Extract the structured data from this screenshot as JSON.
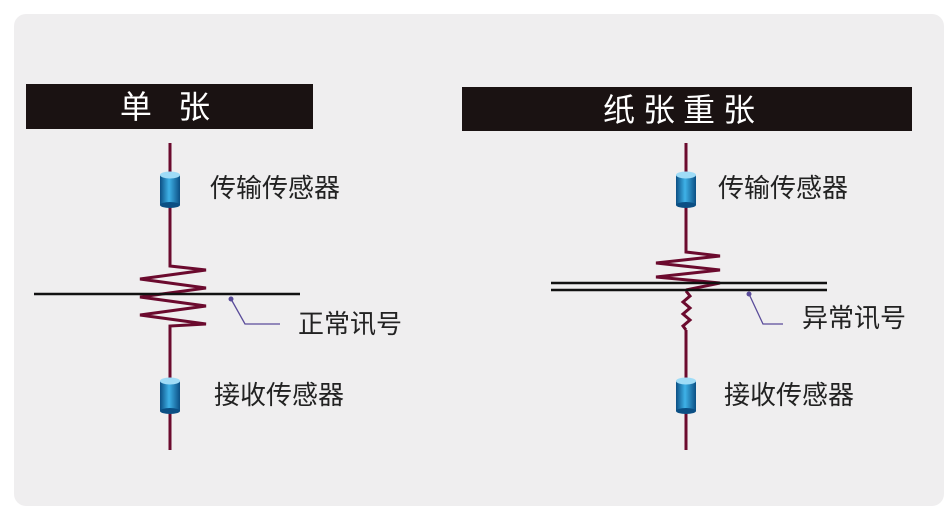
{
  "left": {
    "title": "单 张",
    "transmit_label": "传输传感器",
    "signal_label": "正常讯号",
    "receive_label": "接收传感器"
  },
  "right": {
    "title": "纸张重张",
    "transmit_label": "传输传感器",
    "signal_label": "异常讯号",
    "receive_label": "接收传感器"
  },
  "colors": {
    "wire": "#6b0a2e",
    "header": "#1a1212",
    "panel": "#efeeef",
    "sensor": "#1b86c4"
  }
}
